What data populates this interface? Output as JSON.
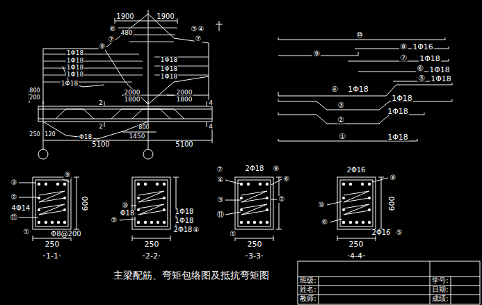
{
  "diagram": {
    "title": "主梁配筋、弯矩包络图及抵抗弯矩图",
    "labels": [
      "1900",
      "1900",
      "⑥",
      "480",
      "⑦",
      "⑧",
      "③",
      "④",
      "⑦",
      "1Φ18",
      "1Φ18",
      "1Φ18",
      "1Φ18",
      "1Φ18",
      "1Φ18",
      "1Φ18",
      "1Φ18",
      "800",
      "200",
      "2000",
      "1800",
      "2000",
      "1800",
      "2",
      "4",
      "2",
      "4",
      "250",
      "120",
      "Φ18",
      "1450",
      "800",
      "5100",
      "5100",
      "⑩",
      "⑧",
      "1Φ16",
      "⑨",
      "⑦",
      "1Φ18",
      "⑥",
      "1Φ18",
      "⑤",
      "1Φ18",
      "④",
      "1Φ18",
      "③",
      "1Φ18",
      "②",
      "1Φ18",
      "①",
      "1Φ18",
      "③",
      "⑨",
      "②",
      "4Φ14",
      "⑪",
      "①",
      "Φ8@200",
      "600",
      "250",
      "1-1",
      "⑩",
      "⑤",
      "Φ18",
      "1Φ18",
      "1Φ18",
      "2Φ18",
      "④",
      "250",
      "2-2",
      "2Φ18",
      "⑧",
      "⑦",
      "④",
      "⑥",
      "③",
      "②",
      "⑪",
      "①",
      "250",
      "3-3",
      "2Φ16",
      "⑧",
      "⑩",
      "⑥",
      "2Φ16",
      "⑤",
      "600",
      "250",
      "4-4",
      "班级:",
      "姓名:",
      "教师:",
      "学号:",
      "日期:",
      "成绩:"
    ]
  }
}
